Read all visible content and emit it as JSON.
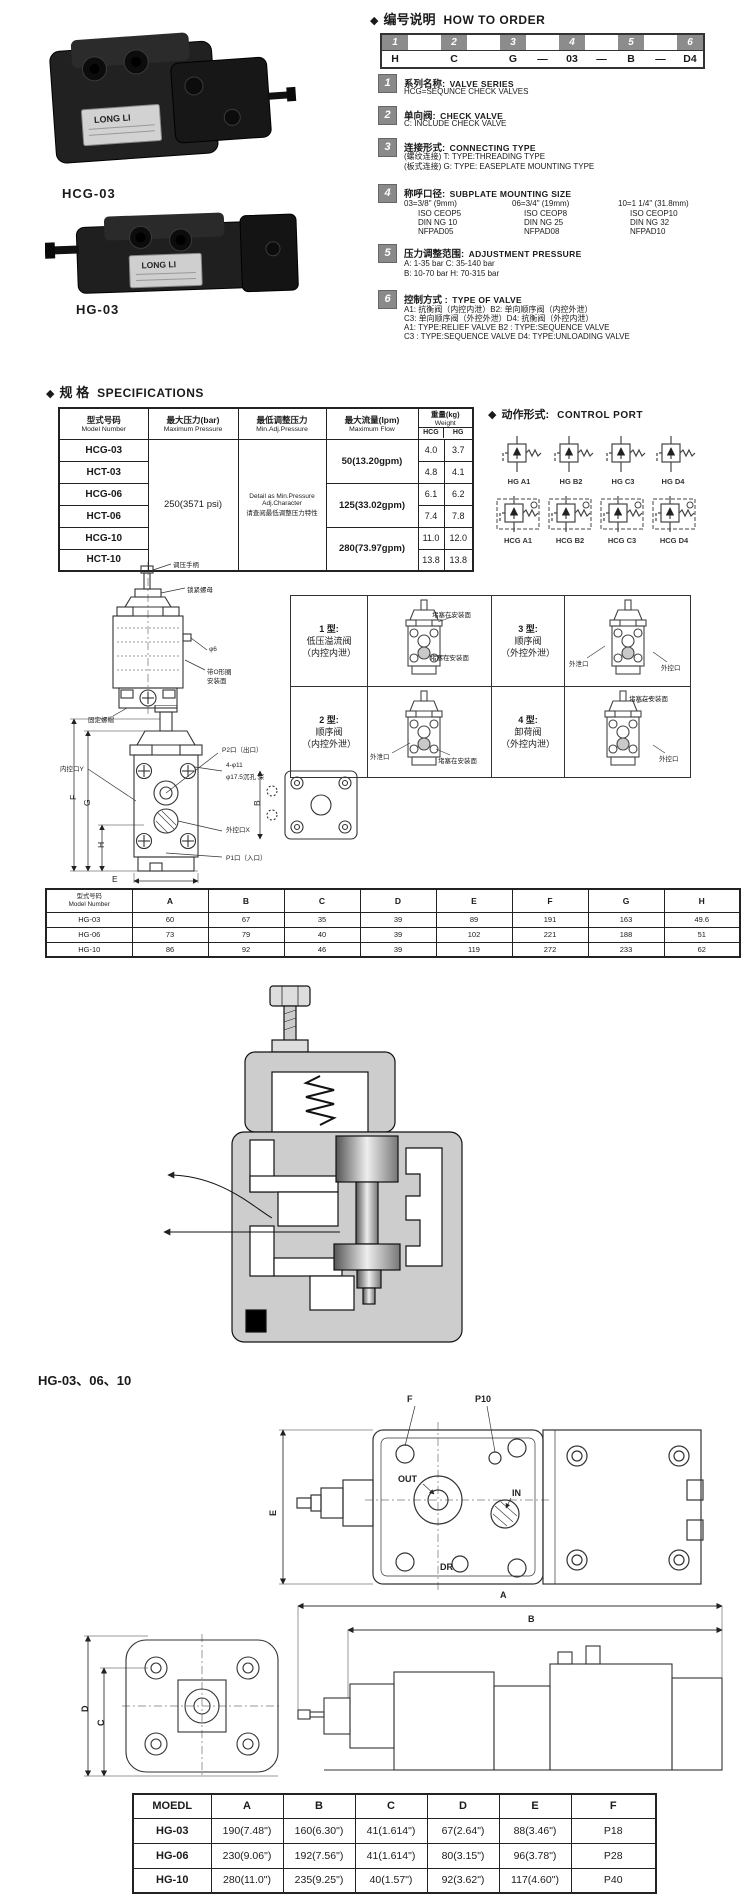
{
  "ui": {
    "diamond": "◆"
  },
  "photos": {
    "label1": "HCG-03",
    "label2": "HG-03",
    "nameplate": "LONG LI"
  },
  "how_to_order": {
    "title_zh": "编号说明",
    "title_en": "HOW TO ORDER",
    "code_numbers": [
      "1",
      "2",
      "3",
      "4",
      "5",
      "6"
    ],
    "code_letters": [
      "H",
      "",
      "C",
      "",
      "G",
      "—",
      "03",
      "—",
      "B",
      "—",
      "D4"
    ],
    "items": [
      {
        "num": "1",
        "zh": "系列名称:",
        "en": "VALVE SERIES",
        "lines": [
          "HCG=SEQUNCE CHECK VALVES"
        ]
      },
      {
        "num": "2",
        "zh": "单向阀:",
        "en": "CHECK VALVE",
        "lines": [
          "C: INCLUDE CHECK VALVE"
        ]
      },
      {
        "num": "3",
        "zh": "连接形式:",
        "en": "CONNECTING TYPE",
        "lines": [
          "(螺纹连接) T: TYPE:THREADING TYPE",
          "(板式连接) G: TYPE: EASEPLATE MOUNTING TYPE"
        ]
      },
      {
        "num": "4",
        "zh": "称呼口径:",
        "en": "SUBPLATE MOUNTING SIZE",
        "grid_rows": [
          [
            "03=3/8\" (9mm)",
            "06=3/4\" (19mm)",
            "10=1 1/4\" (31.8mm)"
          ],
          [
            "ISO CEOP5",
            "ISO CEOP8",
            "ISO CEOP10"
          ],
          [
            "DIN NG 10",
            "DIN NG 25",
            "DIN NG 32"
          ],
          [
            "NFPAD05",
            "NFPAD08",
            "NFPAD10"
          ]
        ]
      },
      {
        "num": "5",
        "zh": "压力调整范围:",
        "en": "ADJUSTMENT PRESSURE",
        "lines": [
          "A: 1-35 bar      C: 35-140 bar",
          "B: 10-70 bar     H: 70-315 bar"
        ]
      },
      {
        "num": "6",
        "zh": "控制方式 :",
        "en": "TYPE OF VALVE",
        "lines": [
          "A1: 抗衡阀（内控内泄）B2: 单向顺序阀（内控外泄）",
          "C3: 单向顺序阀（外控外泄）D4: 抗衡阀（外控内泄）",
          "A1: TYPE:RELIEF VALVE   B2 : TYPE:SEQUENCE VALVE",
          "C3 : TYPE:SEQUENCE VALVE   D4: TYPE:UNLOADING VALVE"
        ]
      }
    ]
  },
  "specifications": {
    "title_zh": "规 格",
    "title_en": "SPECIFICATIONS",
    "col_model_zh": "型式号码",
    "col_model_en": "Model Number",
    "col_maxp_zh": "最大压力(bar)",
    "col_maxp_en": "Maximum Pressure",
    "col_minadj_zh": "最低调整压力",
    "col_minadj_en": "Min.Adj.Pressure",
    "col_flow_zh": "最大流量(lpm)",
    "col_flow_en": "Maximum Flow",
    "col_weight_zh": "重量(kg)",
    "col_weight_en": "Weight",
    "col_hcg": "HCG",
    "col_hg": "HG",
    "max_pressure": "250(3571 psi)",
    "min_adj_lines": [
      "Detail as Min.Pressure",
      "Adj.Character",
      "请查阅最低调整压力特性"
    ],
    "flows": [
      "50(13.20gpm)",
      "125(33.02gpm)",
      "280(73.97gpm)"
    ],
    "models": [
      "HCG-03",
      "HCT-03",
      "HCG-06",
      "HCT-06",
      "HCG-10",
      "HCT-10"
    ],
    "w_hcg": [
      "4.0",
      "4.8",
      "6.1",
      "7.4",
      "11.0",
      "13.8"
    ],
    "w_hg": [
      "3.7",
      "4.1",
      "6.2",
      "7.8",
      "12.0",
      "13.8"
    ]
  },
  "control_port": {
    "title_zh": "动作形式:",
    "title_en": "CONTROL PORT",
    "row1": [
      "HG A1",
      "HG B2",
      "HG C3",
      "HG D4"
    ],
    "row2": [
      "HCG A1",
      "HCG B2",
      "HCG C3",
      "HCG D4"
    ]
  },
  "type_grid": {
    "cells": [
      {
        "title": "1 型:",
        "name": "低压溢流阀",
        "sub": "（内控内泄）",
        "ann": [
          "堵塞在安装面",
          "堵塞在安装面"
        ]
      },
      {
        "title": "3 型:",
        "name": "顺序阀",
        "sub": "（外控外泄）",
        "ann": [
          "外泄口",
          "外控口"
        ]
      },
      {
        "title": "2 型:",
        "name": "顺序阀",
        "sub": "（内控外泄）",
        "ann": [
          "外泄口",
          "堵塞在安装面"
        ]
      },
      {
        "title": "4 型:",
        "name": "卸荷阀",
        "sub": "（外控内泄）",
        "ann": [
          "堵塞在安装面",
          "外控口"
        ]
      }
    ]
  },
  "outline_drawing": {
    "labels": {
      "handle": "调压手柄",
      "locknut": "锁紧螺母",
      "phi6": "φ6",
      "oring1": "带O形圈",
      "oring2": "安装面",
      "fixnut": "固定螺帽",
      "pilot_y": "内控口Y",
      "p2": "P2口（出口）",
      "bolt1": "4-φ11",
      "bolt2": "φ17.5沉孔 深",
      "ctrl_x": "外控口X",
      "p1": "P1口（入口）",
      "dim_f": "F",
      "dim_g": "G",
      "dim_h": "H",
      "dim_e": "E",
      "dim_b": "B"
    }
  },
  "dim_table": {
    "header_model_zh": "型式号码",
    "header_model_en": "Model Number",
    "cols": [
      "A",
      "B",
      "C",
      "D",
      "E",
      "F",
      "G",
      "H"
    ],
    "rows": [
      {
        "model": "HG-03",
        "values": [
          "60",
          "67",
          "35",
          "39",
          "89",
          "191",
          "163",
          "49.6"
        ]
      },
      {
        "model": "HG-06",
        "values": [
          "73",
          "79",
          "40",
          "39",
          "102",
          "221",
          "188",
          "51"
        ]
      },
      {
        "model": "HG-10",
        "values": [
          "86",
          "92",
          "46",
          "39",
          "119",
          "272",
          "233",
          "62"
        ]
      }
    ]
  },
  "section2": {
    "title": "HG-03、06、10",
    "top_labels": {
      "f": "F",
      "p10": "P10",
      "out": "OUT",
      "in": "IN",
      "dr": "DR",
      "e": "E"
    },
    "side_labels": {
      "a": "A",
      "b": "B",
      "d": "D",
      "c": "C"
    }
  },
  "size_table": {
    "cols": [
      "MOEDL",
      "A",
      "B",
      "C",
      "D",
      "E",
      "F"
    ],
    "rows": [
      {
        "model": "HG-03",
        "values": [
          "190(7.48\")",
          "160(6.30\")",
          "41(1.614\")",
          "67(2.64\")",
          "88(3.46\")",
          "P18"
        ]
      },
      {
        "model": "HG-06",
        "values": [
          "230(9.06\")",
          "192(7.56\")",
          "41(1.614\")",
          "80(3.15\")",
          "96(3.78\")",
          "P28"
        ]
      },
      {
        "model": "HG-10",
        "values": [
          "280(11.0\")",
          "235(9.25\")",
          "40(1.57\")",
          "92(3.62\")",
          "117(4.60\")",
          "P40"
        ]
      }
    ]
  }
}
